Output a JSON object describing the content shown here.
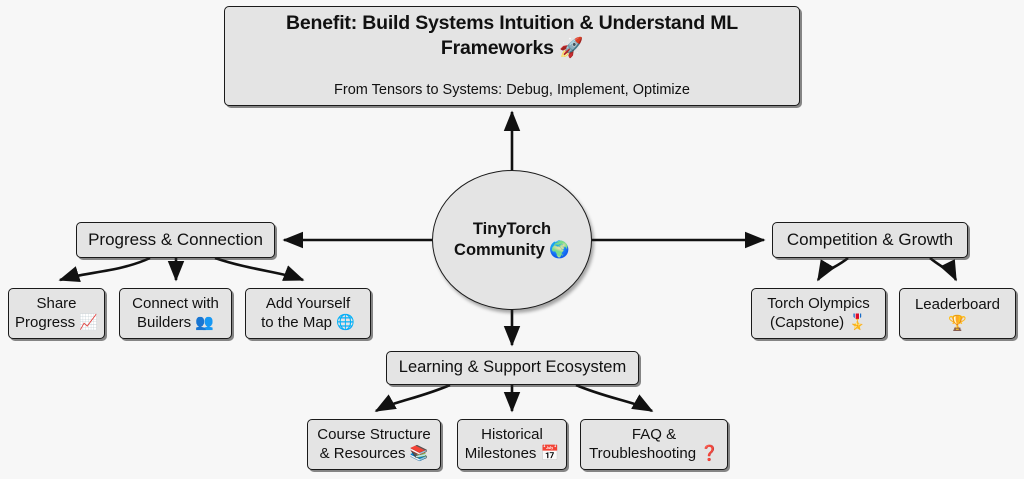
{
  "diagram": {
    "type": "flowchart",
    "background_color": "#f7f7f7",
    "node_fill_color": "#e4e4e4",
    "node_border_color": "#1a1a1a",
    "root": {
      "title": "Benefit: Build Systems Intuition & Understand ML Frameworks",
      "title_emoji": "🚀",
      "subtitle": "From Tensors to Systems: Debug, Implement, Optimize"
    },
    "center": {
      "line1": "TinyTorch",
      "line2": "Community",
      "emoji": "🌍"
    },
    "branches": [
      {
        "id": "progress",
        "label": "Progress & Connection",
        "children": [
          {
            "id": "share",
            "line1": "Share",
            "line2": "Progress",
            "emoji": "📈"
          },
          {
            "id": "connect",
            "line1": "Connect with",
            "line2": "Builders",
            "emoji": "👥"
          },
          {
            "id": "map",
            "line1": "Add Yourself",
            "line2": "to the Map",
            "emoji": "🌐"
          }
        ]
      },
      {
        "id": "competition",
        "label": "Competition & Growth",
        "children": [
          {
            "id": "olympics",
            "line1": "Torch Olympics",
            "line2": "(Capstone)",
            "emoji": "🎖️"
          },
          {
            "id": "leaderboard",
            "line1": "Leaderboard",
            "line2": "",
            "emoji": "🏆"
          }
        ]
      },
      {
        "id": "learning",
        "label": "Learning & Support Ecosystem",
        "children": [
          {
            "id": "course",
            "line1": "Course Structure",
            "line2": "& Resources",
            "emoji": "📚"
          },
          {
            "id": "milestones",
            "line1": "Historical",
            "line2": "Milestones",
            "emoji": "📅"
          },
          {
            "id": "faq",
            "line1": "FAQ &",
            "line2": "Troubleshooting",
            "emoji": "❓"
          }
        ]
      }
    ]
  }
}
